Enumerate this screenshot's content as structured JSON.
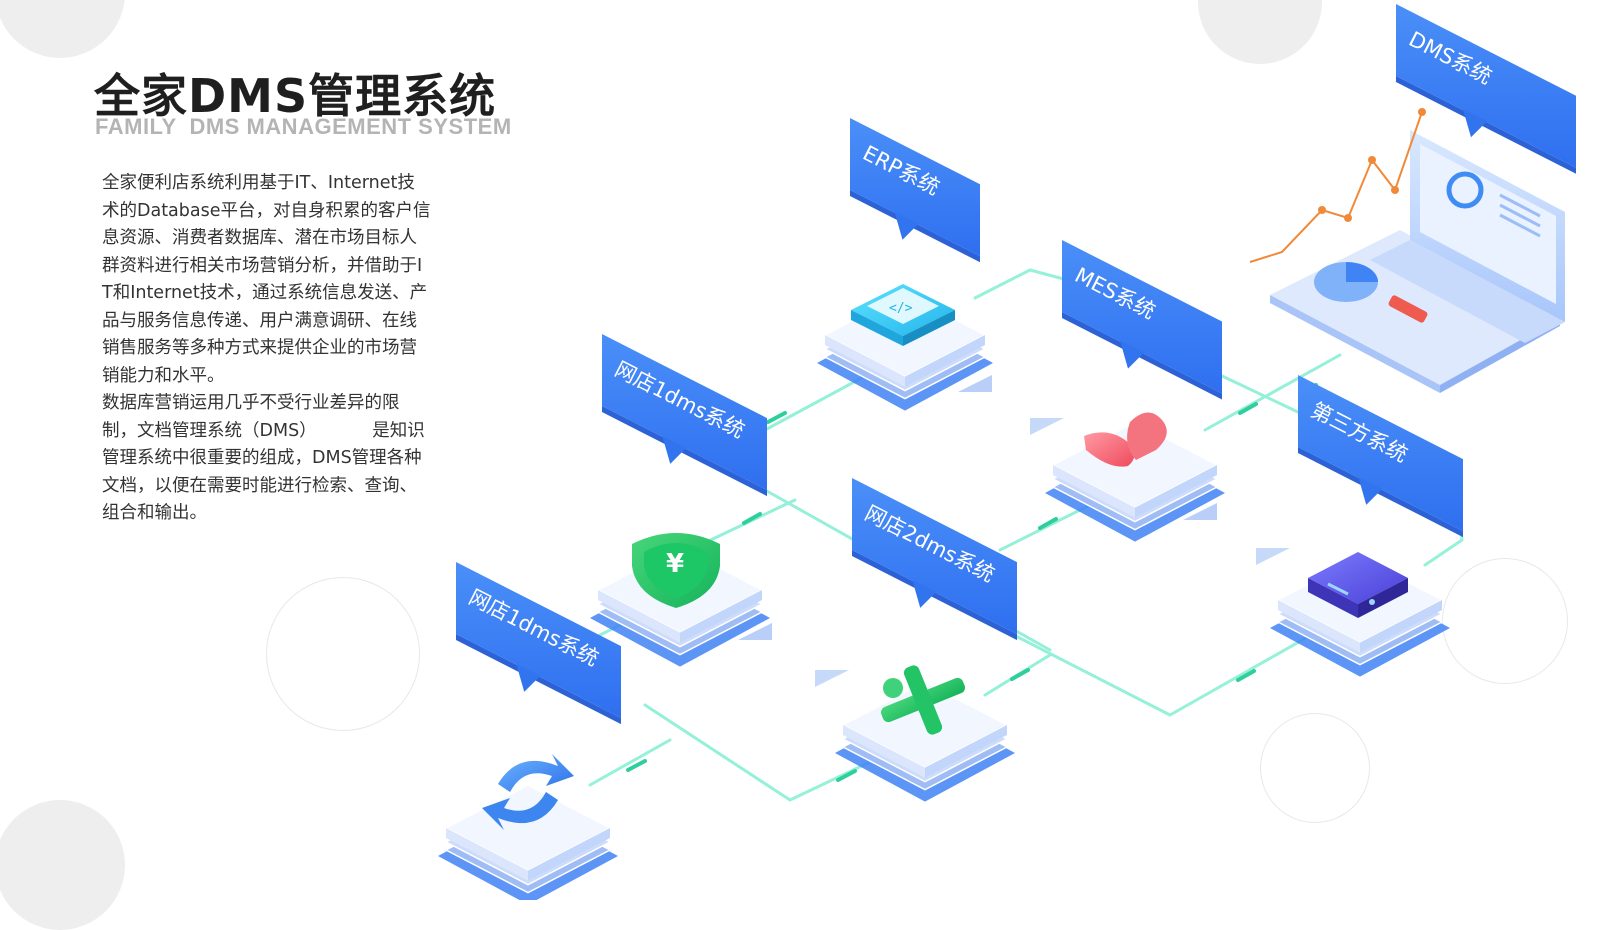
{
  "header": {
    "title": "全家DMS管理系统",
    "subtitle": "FAMILY  DMS MANAGEMENT SYSTEM"
  },
  "description": {
    "paragraph1": "全家便利店系统利用基于IT、Internet技术的Database平台，对自身积累的客户信息资源、消费者数据库、潜在市场目标人群资料进行相关市场营销分析，并借助于IT和Internet技术，通过系统信息发送、产品与服务信息传递、用户满意调研、在线销售服务等多种方式来提供企业的市场营销能力和水平。",
    "paragraph2": "数据库营销运用几乎不受行业差异的限制，文档管理系统（DMS）          是知识管理系统中很重要的组成，DMS管理各种文档，以便在需要时能进行检索、查询、组合和输出。"
  },
  "diagram": {
    "labels": {
      "erp": "ERP系统",
      "mes": "MES系统",
      "dms": "DMS系统",
      "third_party": "第三方系统",
      "shop1_upper": "网店1dms系统",
      "shop2": "网店2dms系统",
      "shop1_lower": "网店1dms系统"
    },
    "icons": {
      "erp": "code-window-icon",
      "shield": "yuan-shield-icon",
      "sync": "sync-arrows-icon",
      "tools": "wrench-tool-icon",
      "handshake": "hand-heart-icon",
      "server": "server-icon",
      "laptop": "laptop-dashboard-icon"
    },
    "colors": {
      "label_blue": "#3f83f5",
      "connector": "#7ff0d2",
      "platform": "#e8eefc"
    }
  }
}
